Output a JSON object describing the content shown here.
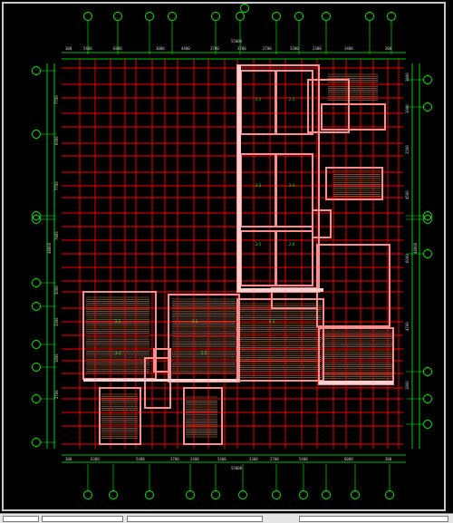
{
  "drawing": {
    "top_dims": [
      "300",
      "5400",
      "6800",
      "3000",
      "4400",
      "2700",
      "3700",
      "2700",
      "3300",
      "2300",
      "3400",
      "300"
    ],
    "top_total": "55800",
    "bottom_dims": [
      "300",
      "6300",
      "5400",
      "3700",
      "2400",
      "5400",
      "3300",
      "2700",
      "5400",
      "6000",
      "300"
    ],
    "bottom_total": "55800",
    "left_dims": [
      "7700",
      "6900",
      "7700",
      "7400",
      "3000",
      "3300",
      "1800",
      "2700"
    ],
    "left_total": "44800",
    "right_dims": [
      "3400",
      "3900",
      "2500",
      "4500",
      "6000",
      "4700",
      "1800"
    ],
    "right_total": "44800",
    "room_labels": [
      "2-1",
      "2-2",
      "2-3",
      "2-4",
      "2-5",
      "2-6",
      "3-1",
      "3-2",
      "3-3",
      "3-4",
      "3-5"
    ],
    "colors": {
      "background": "#000000",
      "axis_grid": "#ff0000",
      "walls": "#ff8c8c",
      "wall_fill": "#ffd0d0",
      "hatching": "#ffb060",
      "annotation": "#00ff00",
      "dim_text": "#d0d0d0"
    }
  },
  "statusbar": {
    "cells": [
      "",
      "",
      "",
      ""
    ]
  }
}
